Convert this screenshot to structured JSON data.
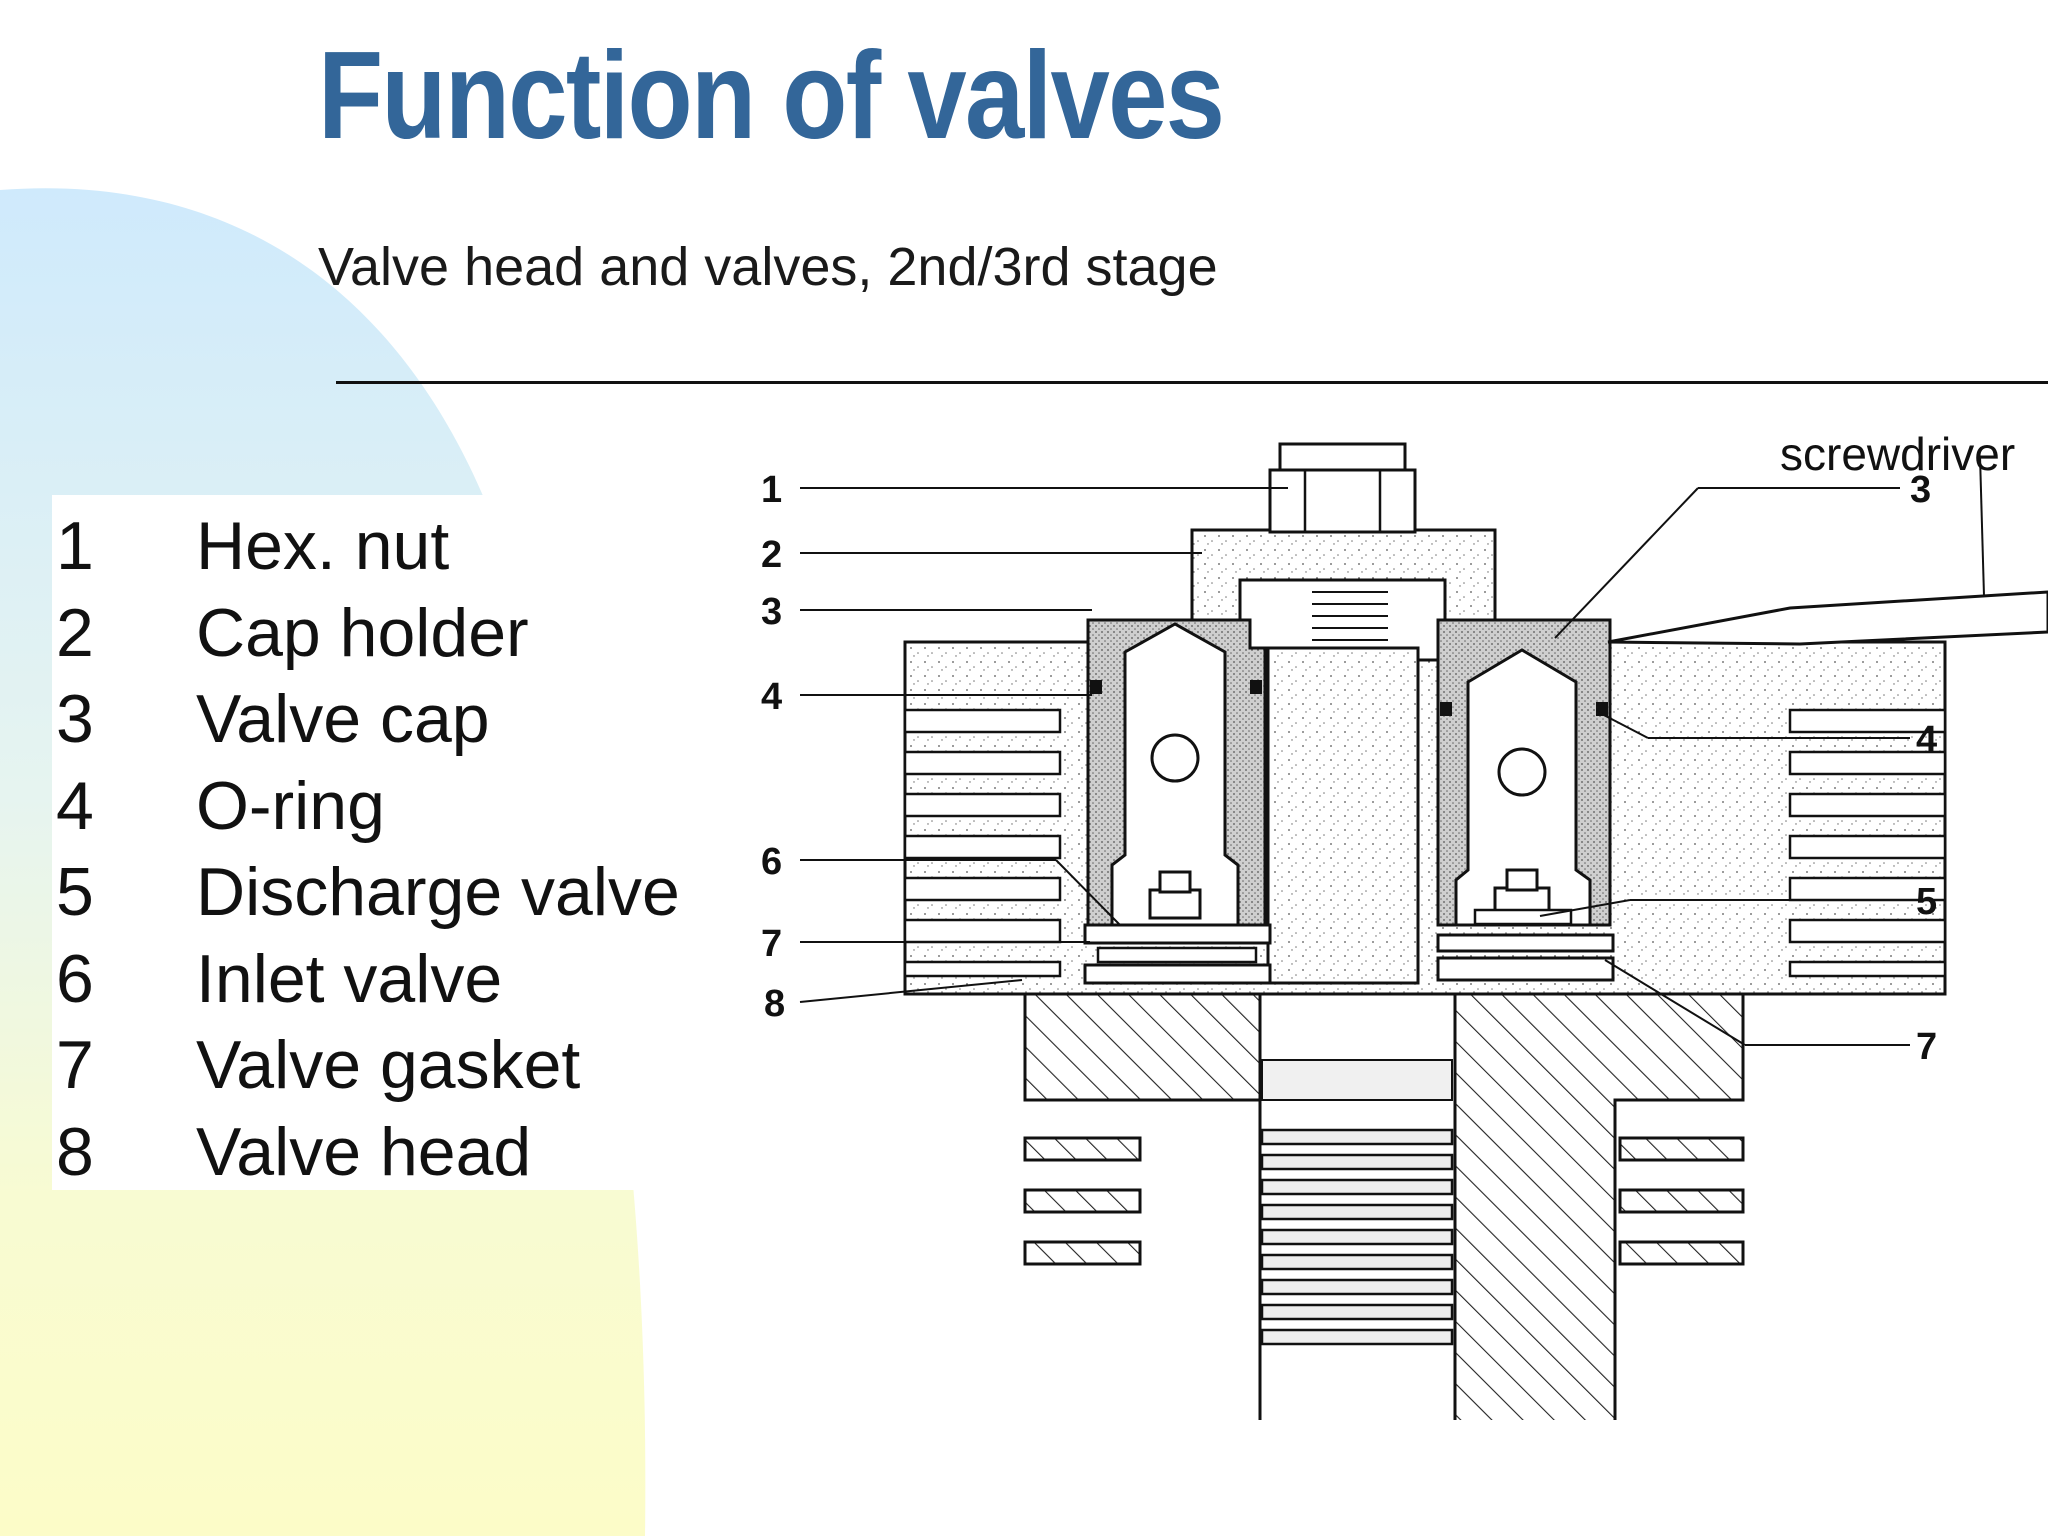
{
  "title": "Function of valves",
  "subtitle": "Valve head and valves, 2nd/3rd stage",
  "colors": {
    "title": "#336699",
    "background_blue": "#d6efff",
    "background_yellow": "#fcfccc"
  },
  "legend": [
    {
      "num": "1",
      "name": "Hex. nut"
    },
    {
      "num": "2",
      "name": "Cap holder"
    },
    {
      "num": "3",
      "name": "Valve cap"
    },
    {
      "num": "4",
      "name": "O-ring"
    },
    {
      "num": "5",
      "name": "Discharge valve"
    },
    {
      "num": "6",
      "name": "Inlet valve"
    },
    {
      "num": "7",
      "name": "Valve gasket"
    },
    {
      "num": "8",
      "name": "Valve head"
    }
  ],
  "diagram": {
    "tool_label": "screwdriver",
    "callouts_left": [
      "1",
      "2",
      "3",
      "4",
      "6",
      "7",
      "8"
    ],
    "callouts_right": [
      "3",
      "4",
      "5",
      "7"
    ]
  }
}
